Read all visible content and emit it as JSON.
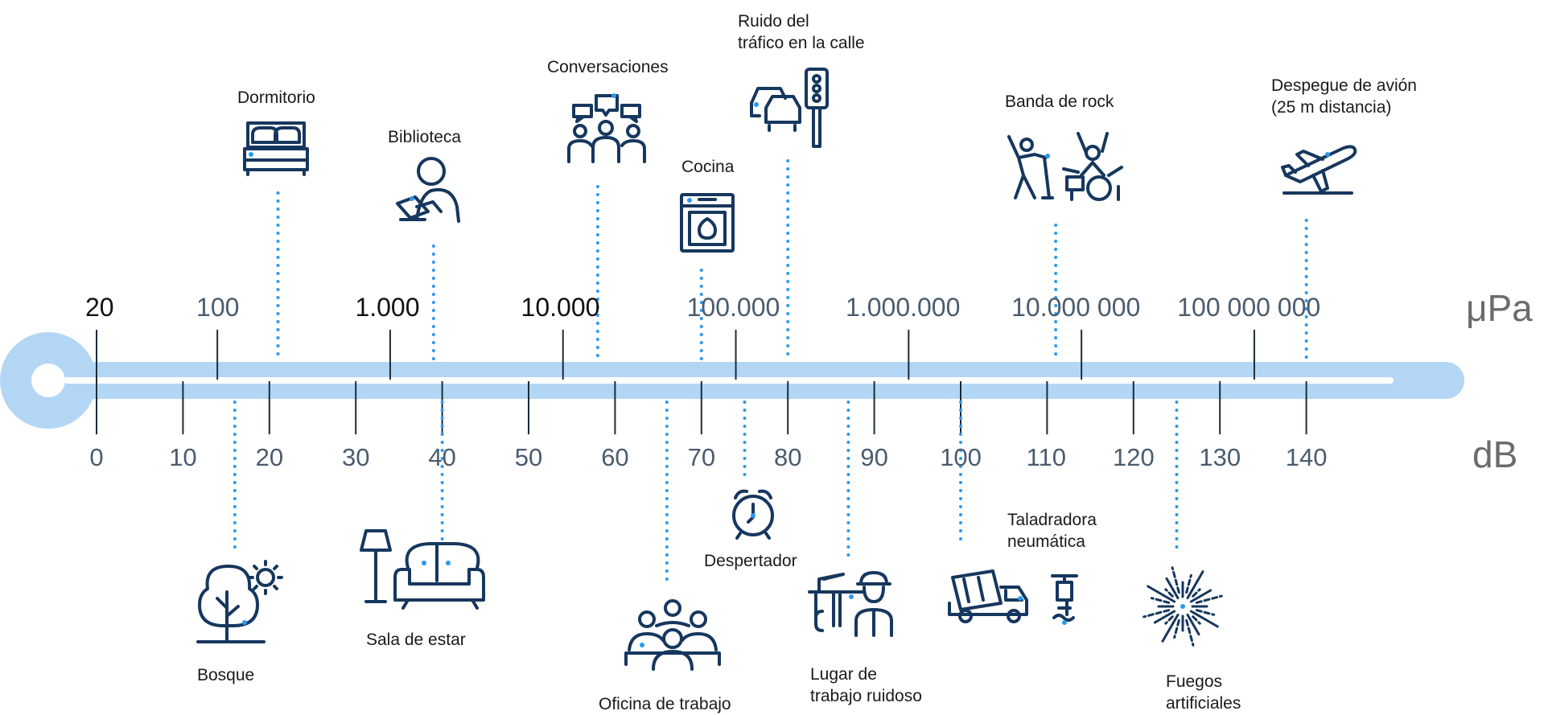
{
  "units": {
    "pressure": "μPa",
    "decibel": "dB"
  },
  "pressure_ticks": [
    {
      "label": "20",
      "bold": true
    },
    {
      "label": "100",
      "bold": false
    },
    {
      "label": "1.000",
      "bold": true
    },
    {
      "label": "10.000",
      "bold": true
    },
    {
      "label": "100.000",
      "bold": false
    },
    {
      "label": "1.000.000",
      "bold": false
    },
    {
      "label": "10.000 000",
      "bold": false
    },
    {
      "label": "100 000 000",
      "bold": false
    }
  ],
  "db_ticks": [
    "0",
    "10",
    "20",
    "30",
    "40",
    "50",
    "60",
    "70",
    "80",
    "90",
    "100",
    "110",
    "120",
    "130",
    "140"
  ],
  "sources_above": [
    {
      "name": "dormitorio",
      "label": "Dormitorio",
      "db": 21,
      "icon": "bed-icon"
    },
    {
      "name": "biblioteca",
      "label": "Biblioteca",
      "db": 39,
      "icon": "reader-icon"
    },
    {
      "name": "conversaciones",
      "label": "Conversaciones",
      "db": 58,
      "icon": "people-talking-icon"
    },
    {
      "name": "cocina",
      "label": "Cocina",
      "db": 70,
      "icon": "oven-icon"
    },
    {
      "name": "trafico",
      "label": "Ruido del\ntráfico en la calle",
      "db": 80,
      "icon": "traffic-icon"
    },
    {
      "name": "banda-rock",
      "label": "Banda de rock",
      "db": 111,
      "icon": "rock-band-icon"
    },
    {
      "name": "avion",
      "label": "Despegue de avión\n(25 m distancia)",
      "db": 140,
      "icon": "airplane-icon"
    }
  ],
  "sources_below": [
    {
      "name": "bosque",
      "label": "Bosque",
      "db": 16,
      "icon": "tree-sun-icon"
    },
    {
      "name": "sala-estar",
      "label": "Sala de estar",
      "db": 40,
      "icon": "living-room-icon"
    },
    {
      "name": "oficina",
      "label": "Oficina de trabajo",
      "db": 66,
      "icon": "office-meeting-icon"
    },
    {
      "name": "despertador",
      "label": "Despertador",
      "db": 75,
      "icon": "alarm-clock-icon"
    },
    {
      "name": "lugar-ruidoso",
      "label": "Lugar de\ntrabajo ruidoso",
      "db": 87,
      "icon": "construction-worker-icon"
    },
    {
      "name": "taladradora",
      "label": "Taladradora\nneumática",
      "db": 100,
      "icon": "cement-truck-drill-icon"
    },
    {
      "name": "fuegos",
      "label": "Fuegos\nartificiales",
      "db": 125,
      "icon": "fireworks-icon"
    }
  ],
  "colors": {
    "scale_bar": "#b3d6f5",
    "scale_line": "#ffffff",
    "dotted": "#2a9af0",
    "tick": "#1d2b3a",
    "icon_stroke": "#16375e",
    "label_dark": "#1a1a1a",
    "label_muted": "#4a5c6e",
    "unit_text": "#6b6b6b"
  }
}
